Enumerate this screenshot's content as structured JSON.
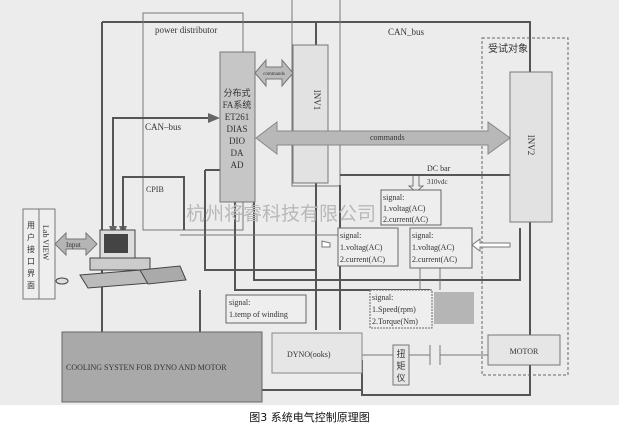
{
  "diagram": {
    "power_distributor": "power distributor",
    "can_bus_top": "CAN_bus",
    "can_bus_left": "CAN–bus",
    "commands_small": "commands",
    "commands_big": "commands",
    "fa_system": [
      "分布式",
      "FA系统",
      "ET261",
      "DIAS",
      "DIO",
      "DA",
      "AD"
    ],
    "inv1": "INV1",
    "inv2": "INV2",
    "test_object": "受试对象",
    "dc_bar": "DC bar",
    "dc_voltage": "310vdc",
    "cpib": "CPIB",
    "input": "Input",
    "labview": "Lab VIEW",
    "user_interface": "用户接口界面",
    "signal_dc": {
      "title": "signal:",
      "l1": "1.voltag(AC)",
      "l2": "2.current(AC)"
    },
    "signal_inv1": {
      "title": "signal:",
      "l1": "1.voltag(AC)",
      "l2": "2.current(AC)"
    },
    "signal_inv2": {
      "title": "signal:",
      "l1": "1.voltag(AC)",
      "l2": "2.current(AC)"
    },
    "signal_temp": {
      "title": "signal:",
      "l1": "1.temp of winding"
    },
    "signal_speed": {
      "title": "signal:",
      "l1": "1.Speed(rpm)",
      "l2": "2.Torque(Nm)"
    },
    "cooling": "COOLING SYSTEN FOR DYNO AND MOTOR",
    "dyno": "DYNO(ooks)",
    "torque_meter": [
      "扭",
      "矩",
      "仪"
    ],
    "motor": "MOTOR",
    "watermark": "杭州将睿科技有限公司"
  },
  "caption": "图3   系统电气控制原理图"
}
